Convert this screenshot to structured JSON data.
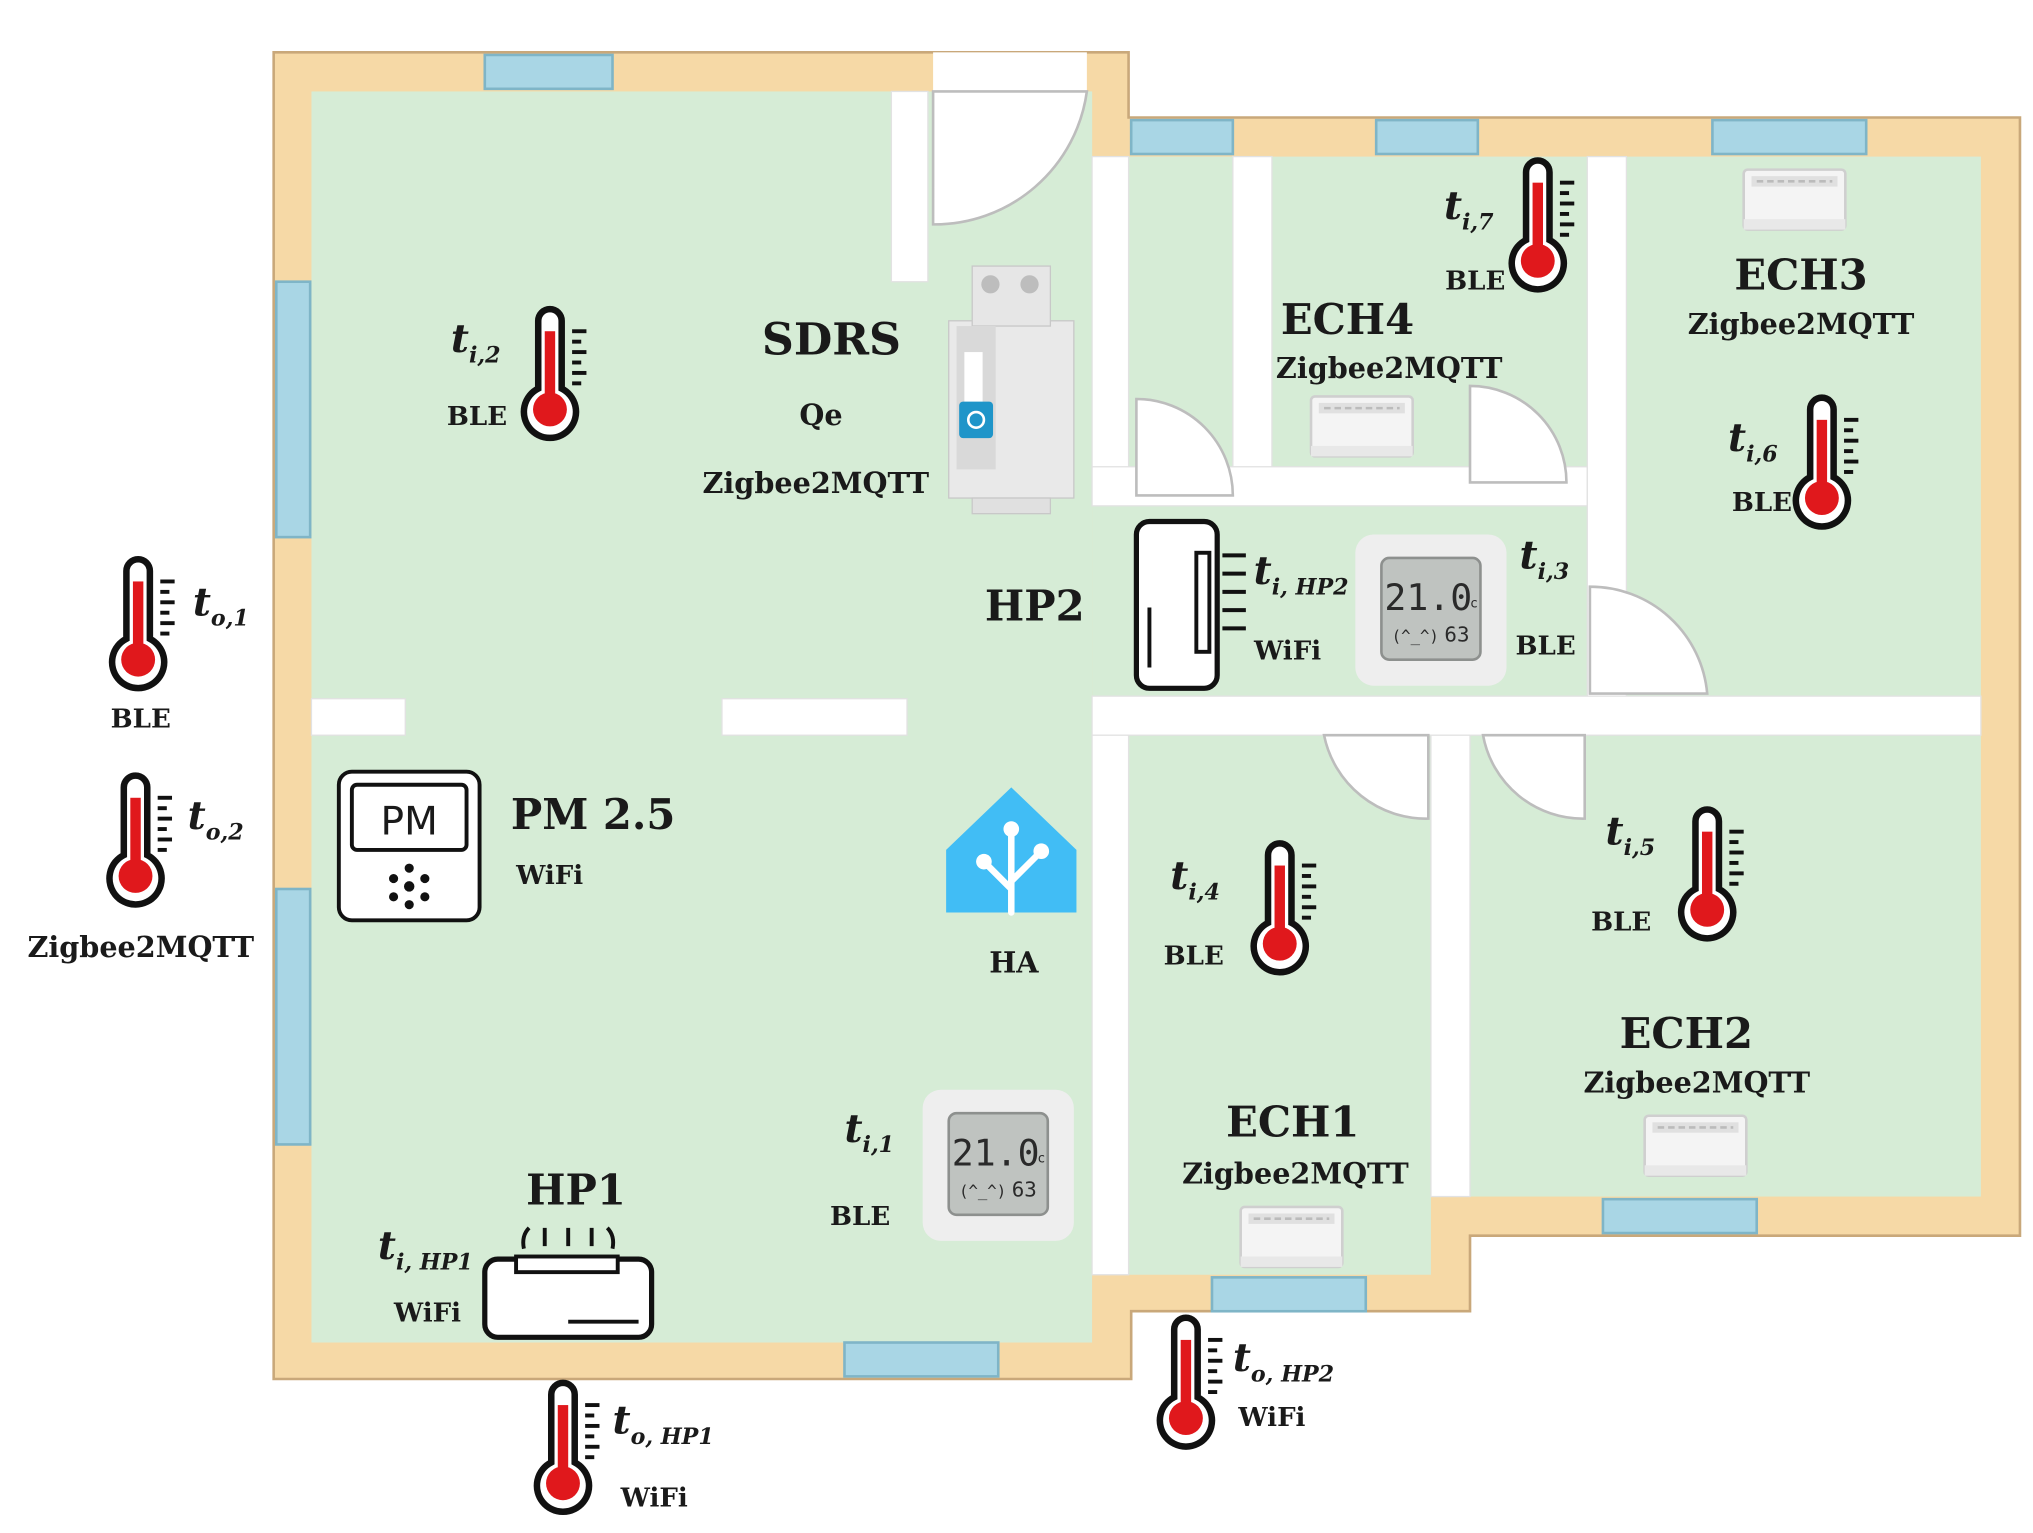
{
  "labels": {
    "sdrs": "SDRS",
    "qe": "Qe",
    "sdrs_proto": "Zigbee2MQTT",
    "hp2": "HP2",
    "ech4": "ECH4",
    "ech4_proto": "Zigbee2MQTT",
    "ech3": "ECH3",
    "ech3_proto": "Zigbee2MQTT",
    "pm25": "PM 2.5",
    "pm25_proto": "WiFi",
    "pm_screen": "PM",
    "ha": "HA",
    "hp1": "HP1",
    "ech1": "ECH1",
    "ech1_proto": "Zigbee2MQTT",
    "ech2": "ECH2",
    "ech2_proto": "Zigbee2MQTT",
    "to2_proto": "Zigbee2MQTT"
  },
  "lcd": {
    "temp": "21.0",
    "unit": "c",
    "face": "(^_^)",
    "humidity": "63"
  },
  "sensors": {
    "ti2": {
      "main": "t",
      "sub": "i,2",
      "proto": "BLE"
    },
    "ti7": {
      "main": "t",
      "sub": "i,7",
      "proto": "BLE"
    },
    "ti6": {
      "main": "t",
      "sub": "i,6",
      "proto": "BLE"
    },
    "to1": {
      "main": "t",
      "sub": "o,1",
      "proto": "BLE"
    },
    "to2": {
      "main": "t",
      "sub": "o,2"
    },
    "tihp2": {
      "main": "t",
      "sub": "i, HP2",
      "proto": "WiFi"
    },
    "ti3": {
      "main": "t",
      "sub": "i,3",
      "proto": "BLE"
    },
    "ti4": {
      "main": "t",
      "sub": "i,4",
      "proto": "BLE"
    },
    "ti5": {
      "main": "t",
      "sub": "i,5",
      "proto": "BLE"
    },
    "ti1": {
      "main": "t",
      "sub": "i,1",
      "proto": "BLE"
    },
    "tihp1": {
      "main": "t",
      "sub": "i, HP1",
      "proto": "WiFi"
    },
    "tohp1": {
      "main": "t",
      "sub": "o, HP1",
      "proto": "WiFi"
    },
    "tohp2": {
      "main": "t",
      "sub": "o, HP2",
      "proto": "WiFi"
    }
  },
  "colors": {
    "wall": "#f6d9a6",
    "wall_stroke": "#c9a87a",
    "floor": "#d6ecd6",
    "window": "#a9d6e5",
    "thermo_red": "#e0181c",
    "ha_blue": "#41bdf5"
  }
}
